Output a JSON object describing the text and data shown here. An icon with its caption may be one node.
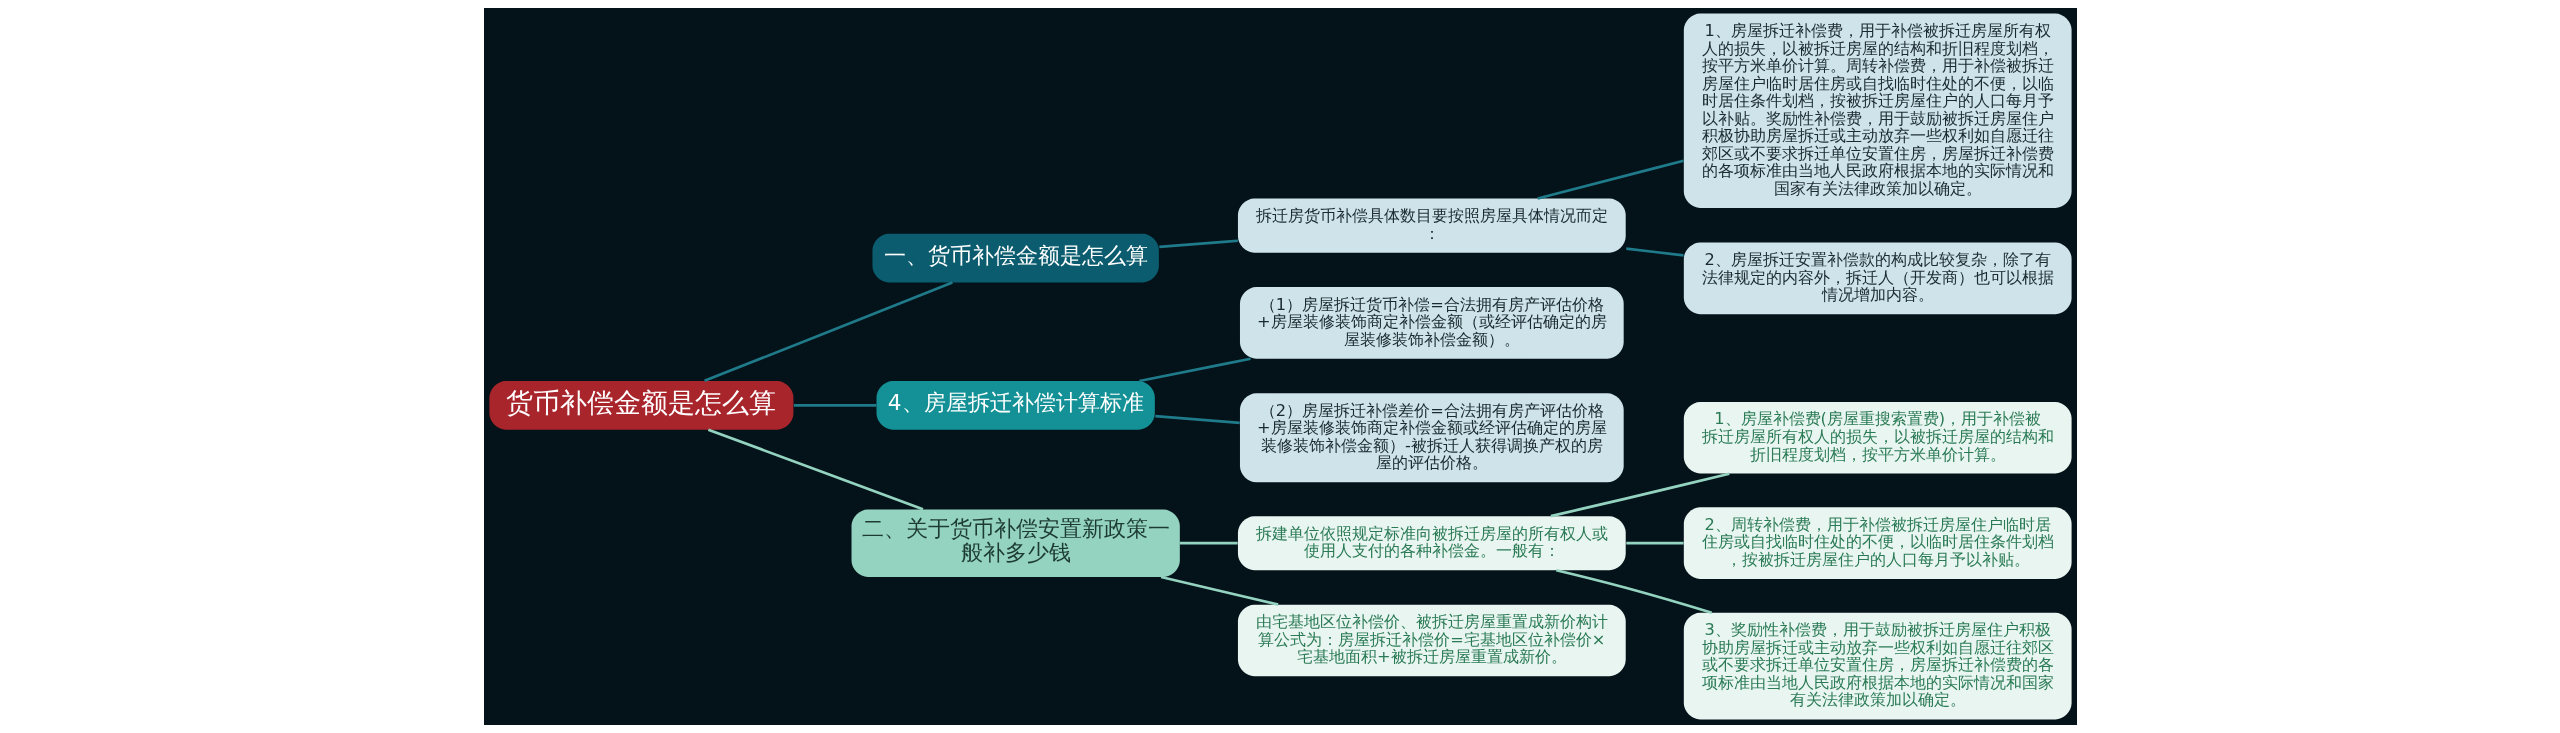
{
  "diagram": {
    "nodes": [
      {
        "text": [
          "货币补偿金额是怎么算"
        ]
      },
      {
        "text": [
          "一、货币补偿金额是怎么算"
        ]
      },
      {
        "text": [
          "拆迁房货币补偿具体数目要按照房屋具体情况而定："
        ]
      },
      {
        "text": [
          "1、房屋拆迁补偿费，用于补偿被拆迁房屋所有权人的损失，以被拆迁房屋的结构和折旧程度划档，按平方米单价计算。周转补偿费，用于补偿被拆迁房屋住户临时居住房或自找临时住处的不便，以临时居住条件划档，按被拆迁房屋住户的人口每月予以补贴。奖励性补偿费，用于鼓励被拆迁房屋住户积极协助房屋拆迁或主动放弃一些权利如自愿迁往郊区或不要求拆迁单位安置住房，房屋拆迁补偿费的各项标准由当地人民政府根据本地的实际情况和国家有关法律政策加以确定。"
        ]
      },
      {
        "text": [
          "2、房屋拆迁安置补偿款的构成比较复杂，除了有法律规定的内容外，拆迁人（开发商）也可以根据情况增加内容。"
        ]
      },
      {
        "text": [
          "4、房屋拆迁补偿计算标准"
        ]
      },
      {
        "text": [
          "（1）房屋拆迁货币补偿=合法拥有房产评估价格+房屋装修装饰商定补偿金额（或经评估确定的房屋装修装饰补偿金额）。"
        ]
      },
      {
        "text": [
          "（2）房屋拆迁补偿差价=合法拥有房产评估价格+房屋装修装饰商定补偿金额或经评估确定的房屋装修装饰补偿金额）-被拆迁人获得调换产权的房屋的评估价格。"
        ]
      },
      {
        "text": [
          "二、关于货币补偿安置新政策一般补多少钱"
        ]
      },
      {
        "text": [
          "拆建单位依照规定标准向被拆迁房屋的所有权人或使用人支付的各种补偿金。一般有："
        ]
      },
      {
        "text": [
          "1、房屋补偿费(房屋重搜索置费)，用于补偿被拆迁房屋所有权人的损失，以被拆迁房屋的结构和折旧程度划档，按平方米单价计算。"
        ]
      },
      {
        "text": [
          "2、周转补偿费，用于补偿被拆迁房屋住户临时居住房或自找临时住处的不便，以临时居住条件划档，按被拆迁房屋住户的人口每月予以补贴。"
        ]
      },
      {
        "text": [
          "3、奖励性补偿费，用于鼓励被拆迁房屋住户积极协助房屋拆迁或主动放弃一些权利如自愿迁往郊区或不要求拆迁单位安置住房，房屋拆迁补偿费的各项标准由当地人民政府根据本地的实际情况和国家有关法律政策加以确定。"
        ]
      },
      {
        "text": [
          "由宅基地区位补偿价、被拆迁房屋重置成新价构计算公式为：房屋拆迁补偿价=宅基地区位补偿价×宅基地面积+被拆迁房屋重置成新价。"
        ]
      }
    ],
    "edges": [
      {
        "from": 0,
        "to": 1,
        "arrow": "none"
      },
      {
        "from": 1,
        "to": 2,
        "arrow": "none"
      },
      {
        "from": 2,
        "to": 3,
        "arrow": "none"
      },
      {
        "from": 2,
        "to": 4,
        "arrow": "none"
      },
      {
        "from": 0,
        "to": 5,
        "arrow": "none"
      },
      {
        "from": 5,
        "to": 6,
        "arrow": "none"
      },
      {
        "from": 5,
        "to": 7,
        "arrow": "none"
      },
      {
        "from": 0,
        "to": 8,
        "arrow": "none",
        "color": "#93d3bf"
      },
      {
        "from": 8,
        "to": 9,
        "arrow": "none",
        "color": "#93d3bf"
      },
      {
        "from": 9,
        "to": 10,
        "arrow": "none",
        "color": "#93d3bf"
      },
      {
        "from": 9,
        "to": 11,
        "arrow": "none",
        "color": "#93d3bf"
      },
      {
        "from": 9,
        "to": 12,
        "arrow": "none",
        "color": "#93d3bf"
      },
      {
        "from": 8,
        "to": 13,
        "arrow": "none",
        "color": "#93d3bf"
      }
    ]
  }
}
